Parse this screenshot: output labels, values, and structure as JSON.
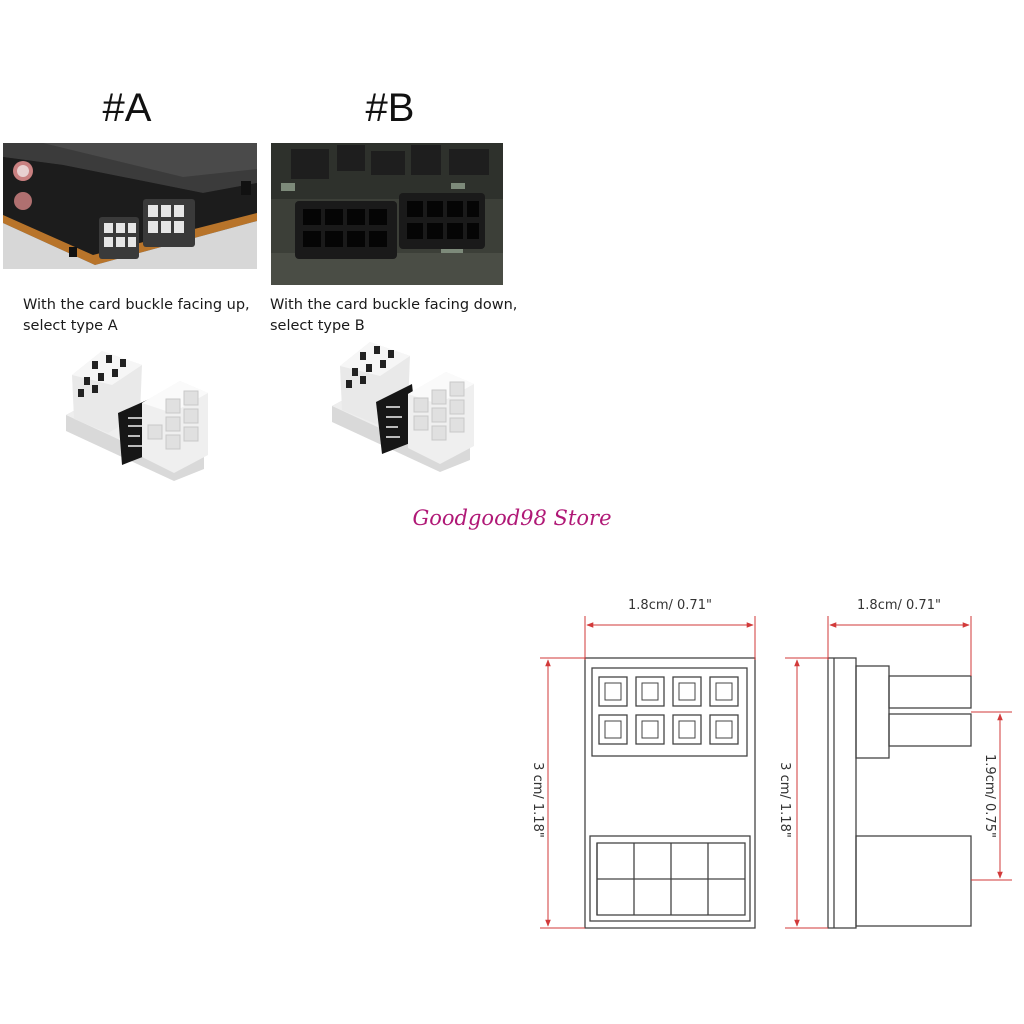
{
  "types": {
    "a": {
      "label": "#A",
      "caption_line1": "With the card buckle facing up,",
      "caption_line2": "select type A"
    },
    "b": {
      "label": "#B",
      "caption_line1": "With the card buckle facing down,",
      "caption_line2": "select type B"
    }
  },
  "watermark": "Goodgood98 Store",
  "dimensions": {
    "front_width": "1.8cm/ 0.71\"",
    "side_width": "1.8cm/ 0.71\"",
    "front_height": "3 cm/ 1.18\"",
    "side_height": "3 cm/ 1.18\"",
    "pin_height": "1.9cm/ 0.75\""
  },
  "colors": {
    "dimension_line": "#d23a3a",
    "watermark": "#b01876"
  }
}
